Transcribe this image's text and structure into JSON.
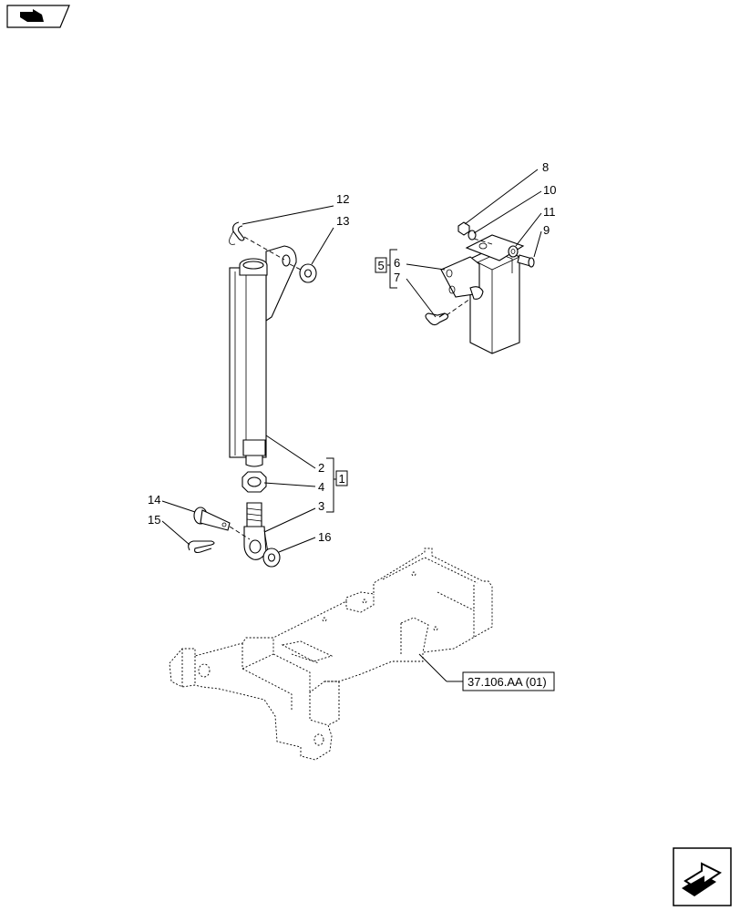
{
  "callouts": {
    "c1": "1",
    "c2": "2",
    "c3": "3",
    "c4": "4",
    "c5": "5",
    "c6": "6",
    "c7": "7",
    "c8": "8",
    "c9": "9",
    "c10": "10",
    "c11": "11",
    "c12": "12",
    "c13": "13",
    "c14": "14",
    "c15": "15",
    "c16": "16"
  },
  "reference": "37.106.AA (01)",
  "icons": {
    "top_left": "back-arrow-icon",
    "bottom_right": "forward-arrow-icon"
  }
}
